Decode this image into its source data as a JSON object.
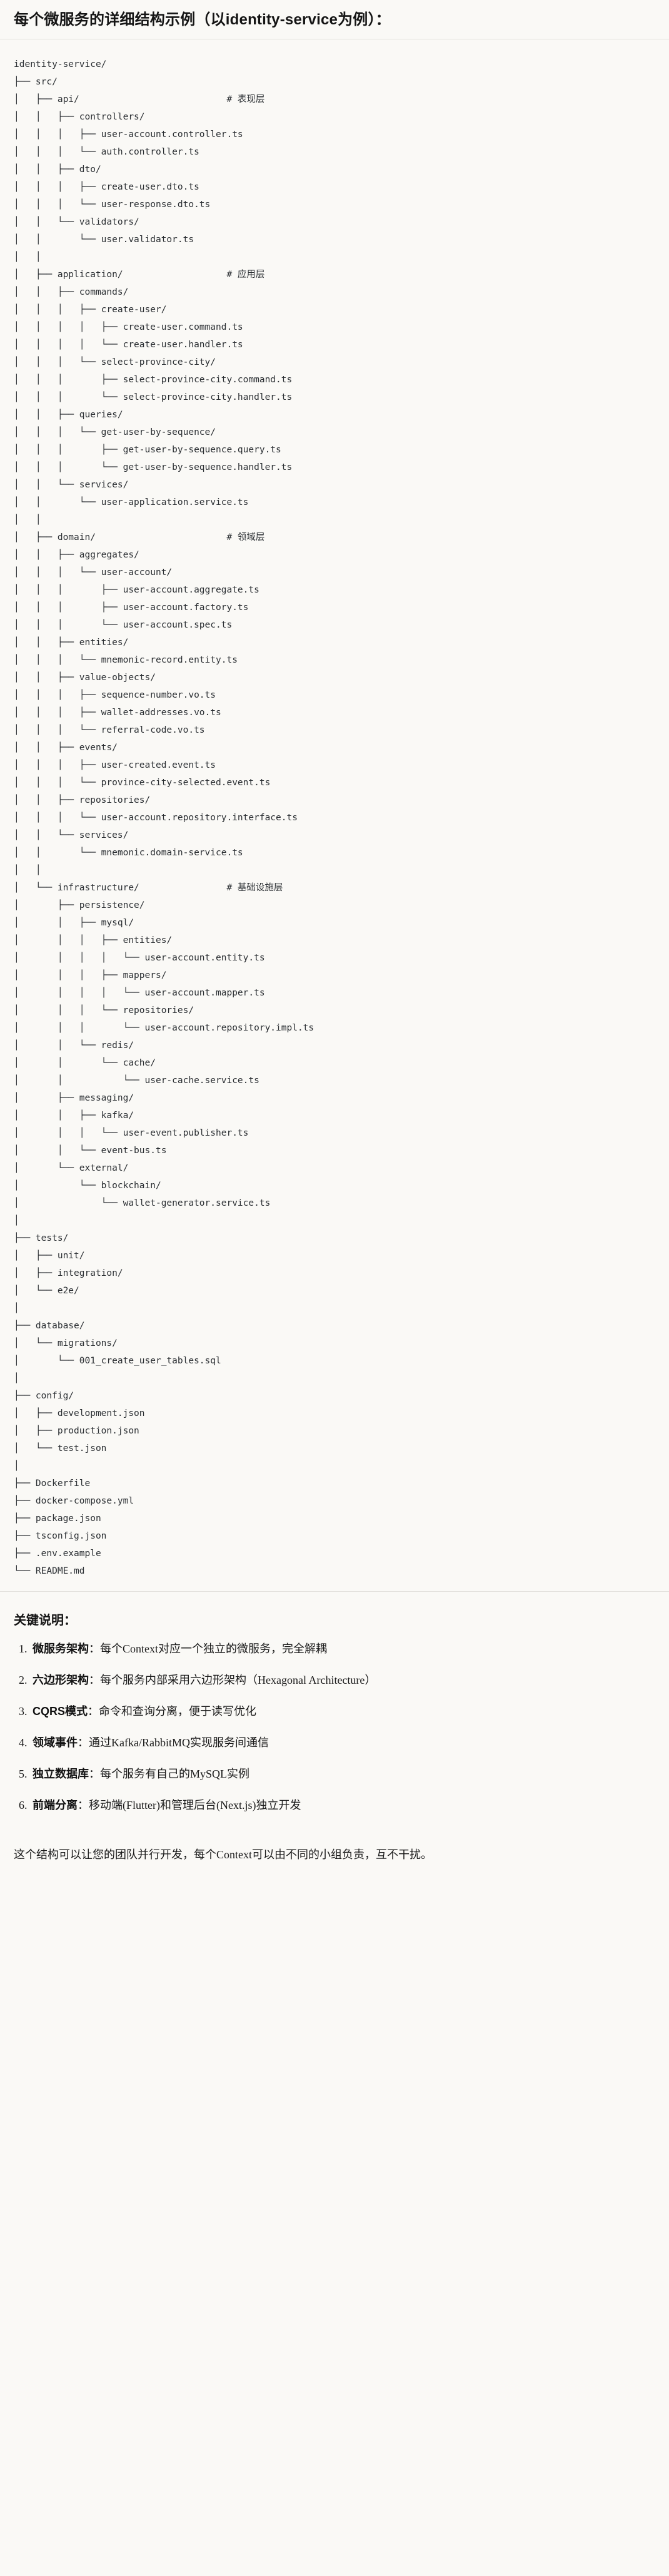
{
  "document": {
    "title": "每个微服务的详细结构示例（以identity-service为例）："
  },
  "tree": {
    "root_label": "identity-service/",
    "comments": {
      "api": "# 表现层",
      "application": "# 应用层",
      "domain": "# 领域层",
      "infrastructure": "# 基础设施层"
    },
    "text": "identity-service/\n├── src/\n│   ├── api/                           # 表现层\n│   │   ├── controllers/\n│   │   │   ├── user-account.controller.ts\n│   │   │   └── auth.controller.ts\n│   │   ├── dto/\n│   │   │   ├── create-user.dto.ts\n│   │   │   └── user-response.dto.ts\n│   │   └── validators/\n│   │       └── user.validator.ts\n│   │\n│   ├── application/                   # 应用层\n│   │   ├── commands/\n│   │   │   ├── create-user/\n│   │   │   │   ├── create-user.command.ts\n│   │   │   │   └── create-user.handler.ts\n│   │   │   └── select-province-city/\n│   │   │       ├── select-province-city.command.ts\n│   │   │       └── select-province-city.handler.ts\n│   │   ├── queries/\n│   │   │   └── get-user-by-sequence/\n│   │   │       ├── get-user-by-sequence.query.ts\n│   │   │       └── get-user-by-sequence.handler.ts\n│   │   └── services/\n│   │       └── user-application.service.ts\n│   │\n│   ├── domain/                        # 领域层\n│   │   ├── aggregates/\n│   │   │   └── user-account/\n│   │   │       ├── user-account.aggregate.ts\n│   │   │       ├── user-account.factory.ts\n│   │   │       └── user-account.spec.ts\n│   │   ├── entities/\n│   │   │   └── mnemonic-record.entity.ts\n│   │   ├── value-objects/\n│   │   │   ├── sequence-number.vo.ts\n│   │   │   ├── wallet-addresses.vo.ts\n│   │   │   └── referral-code.vo.ts\n│   │   ├── events/\n│   │   │   ├── user-created.event.ts\n│   │   │   └── province-city-selected.event.ts\n│   │   ├── repositories/\n│   │   │   └── user-account.repository.interface.ts\n│   │   └── services/\n│   │       └── mnemonic.domain-service.ts\n│   │\n│   └── infrastructure/                # 基础设施层\n│       ├── persistence/\n│       │   ├── mysql/\n│       │   │   ├── entities/\n│       │   │   │   └── user-account.entity.ts\n│       │   │   ├── mappers/\n│       │   │   │   └── user-account.mapper.ts\n│       │   │   └── repositories/\n│       │   │       └── user-account.repository.impl.ts\n│       │   └── redis/\n│       │       └── cache/\n│       │           └── user-cache.service.ts\n│       ├── messaging/\n│       │   ├── kafka/\n│       │   │   └── user-event.publisher.ts\n│       │   └── event-bus.ts\n│       └── external/\n│           └── blockchain/\n│               └── wallet-generator.service.ts\n│\n├── tests/\n│   ├── unit/\n│   ├── integration/\n│   └── e2e/\n│\n├── database/\n│   └── migrations/\n│       └── 001_create_user_tables.sql\n│\n├── config/\n│   ├── development.json\n│   ├── production.json\n│   └── test.json\n│\n├── Dockerfile\n├── docker-compose.yml\n├── package.json\n├── tsconfig.json\n├── .env.example\n└── README.md"
  },
  "notes": {
    "heading": "关键说明：",
    "items": [
      {
        "term": "微服务架构",
        "sep": "：",
        "desc": "每个Context对应一个独立的微服务，完全解耦"
      },
      {
        "term": "六边形架构",
        "sep": "：",
        "desc": "每个服务内部采用六边形架构（Hexagonal Architecture）"
      },
      {
        "term": "CQRS模式",
        "sep": "：",
        "desc": "命令和查询分离，便于读写优化"
      },
      {
        "term": "领域事件",
        "sep": "：",
        "desc": "通过Kafka/RabbitMQ实现服务间通信"
      },
      {
        "term": "独立数据库",
        "sep": "：",
        "desc": "每个服务有自己的MySQL实例"
      },
      {
        "term": "前端分离",
        "sep": "：",
        "desc": "移动端(Flutter)和管理后台(Next.js)独立开发"
      }
    ],
    "closing": "这个结构可以让您的团队并行开发，每个Context可以由不同的小组负责，互不干扰。"
  },
  "colors": {
    "page_background": "#faf9f6",
    "text": "#1a1a1a",
    "code_text": "#2b2f33",
    "comment_text": "#5c6166",
    "rule": "#e3e1dc"
  }
}
